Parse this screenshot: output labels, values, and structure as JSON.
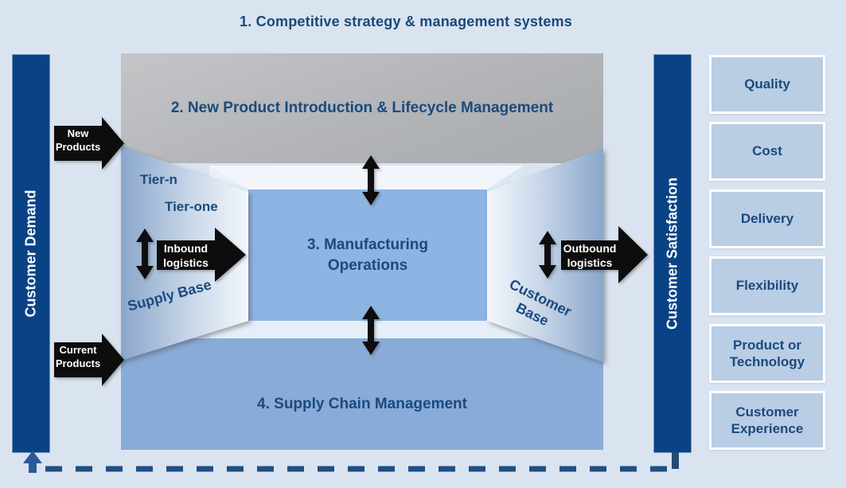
{
  "title": "1. Competitive strategy & management systems",
  "left_bar": {
    "label": "Customer Demand"
  },
  "right_bar": {
    "label": "Customer Satisfaction"
  },
  "boxes": {
    "npi_label": "2. New Product Introduction & Lifecycle Management",
    "manufacturing_label": "3. Manufacturing Operations",
    "supply_chain_label": "4. Supply Chain Management"
  },
  "supply_side": {
    "tier_n": "Tier-n",
    "tier_one": "Tier-one",
    "supply_base": "Supply Base"
  },
  "demand_side": {
    "customer_base": "Customer Base"
  },
  "flow_arrows": {
    "new_products": "New Products",
    "current_products": "Current Products",
    "inbound_logistics": "Inbound logistics",
    "outbound_logistics": "Outbound logistics"
  },
  "performance_criteria": [
    {
      "label": "Quality"
    },
    {
      "label": "Cost"
    },
    {
      "label": "Delivery"
    },
    {
      "label": "Flexibility"
    },
    {
      "label": "Product or Technology"
    },
    {
      "label": "Customer Experience"
    }
  ],
  "colors": {
    "background": "#dae3f0",
    "side_bar": "#0a4385",
    "npi_box_gray": "#b3b5b8",
    "manufacturing_box": "#8db4e2",
    "supply_chain_box": "#89abd7",
    "criteria_box": "#b9cde4",
    "criteria_border": "#ffffff",
    "text_dark_blue": "#1b4a7f",
    "arrow_black": "#0a0a0a",
    "feedback_dash": "#1f4e82"
  }
}
